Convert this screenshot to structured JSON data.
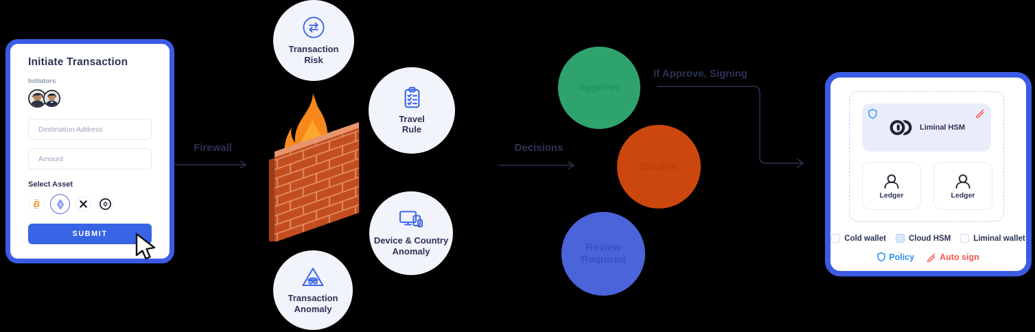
{
  "colors": {
    "background": "#000000",
    "card_border_blue": "#3c5be5",
    "submit_blue": "#3864e6",
    "dark_navy_text": "#2c3254",
    "check_circle_bg": "#f2f4fb",
    "check_icon_blue": "#3f66e8",
    "approve_green": "#2fa36d",
    "decline_orange": "#cc470e",
    "review_blue": "#4b64da",
    "policy_blue": "#2f8ef5",
    "autosign_red": "#f4584e",
    "flame_orange": "#f8881b",
    "brick_red": "#c24e20"
  },
  "initiate_card": {
    "title": "Initiate Transaction",
    "initiators_label": "Initiators",
    "fields": {
      "destination_placeholder": "Destination Address",
      "amount_placeholder": "Amount"
    },
    "select_asset_label": "Select Asset",
    "assets": [
      {
        "name": "Bitcoin",
        "icon": "bitcoin-icon",
        "selected": false
      },
      {
        "name": "Ethereum",
        "icon": "ethereum-icon",
        "selected": true
      },
      {
        "name": "XRP",
        "icon": "xrp-icon",
        "selected": false
      },
      {
        "name": "Token",
        "icon": "coin-icon",
        "selected": false
      }
    ],
    "submit_label": "SUBMIT"
  },
  "flow_labels": {
    "firewall": "Firewall",
    "decisions": "Decisions",
    "if_approve": "If Approve, Signing"
  },
  "firewall_checks": [
    {
      "label": "Transaction Risk",
      "icon": "swap-arrows-icon"
    },
    {
      "label": "Travel Rule",
      "icon": "clipboard-checklist-icon"
    },
    {
      "label": "Device & Country Anomaly",
      "icon": "devices-icon"
    },
    {
      "label": "Transaction Anomaly",
      "icon": "fraud-warning-icon"
    }
  ],
  "decisions": [
    {
      "label": "Approve",
      "color": "#2fa36d"
    },
    {
      "label": "Decline",
      "color": "#cc470e"
    },
    {
      "label": "Review Required",
      "color": "#4b64da"
    }
  ],
  "signing_card": {
    "hsm_box": {
      "label": "Liminal HSM"
    },
    "signers": [
      {
        "label": "Ledger"
      },
      {
        "label": "Ledger"
      }
    ],
    "wallet_options": [
      {
        "label": "Cold wallet",
        "checked": false
      },
      {
        "label": "Cloud HSM",
        "checked": true
      },
      {
        "label": "Liminal wallet",
        "checked": false
      }
    ],
    "legend": [
      {
        "label": "Policy",
        "color": "#2f8ef5",
        "icon": "shield-icon"
      },
      {
        "label": "Auto sign",
        "color": "#f4584e",
        "icon": "pen-icon"
      }
    ]
  }
}
